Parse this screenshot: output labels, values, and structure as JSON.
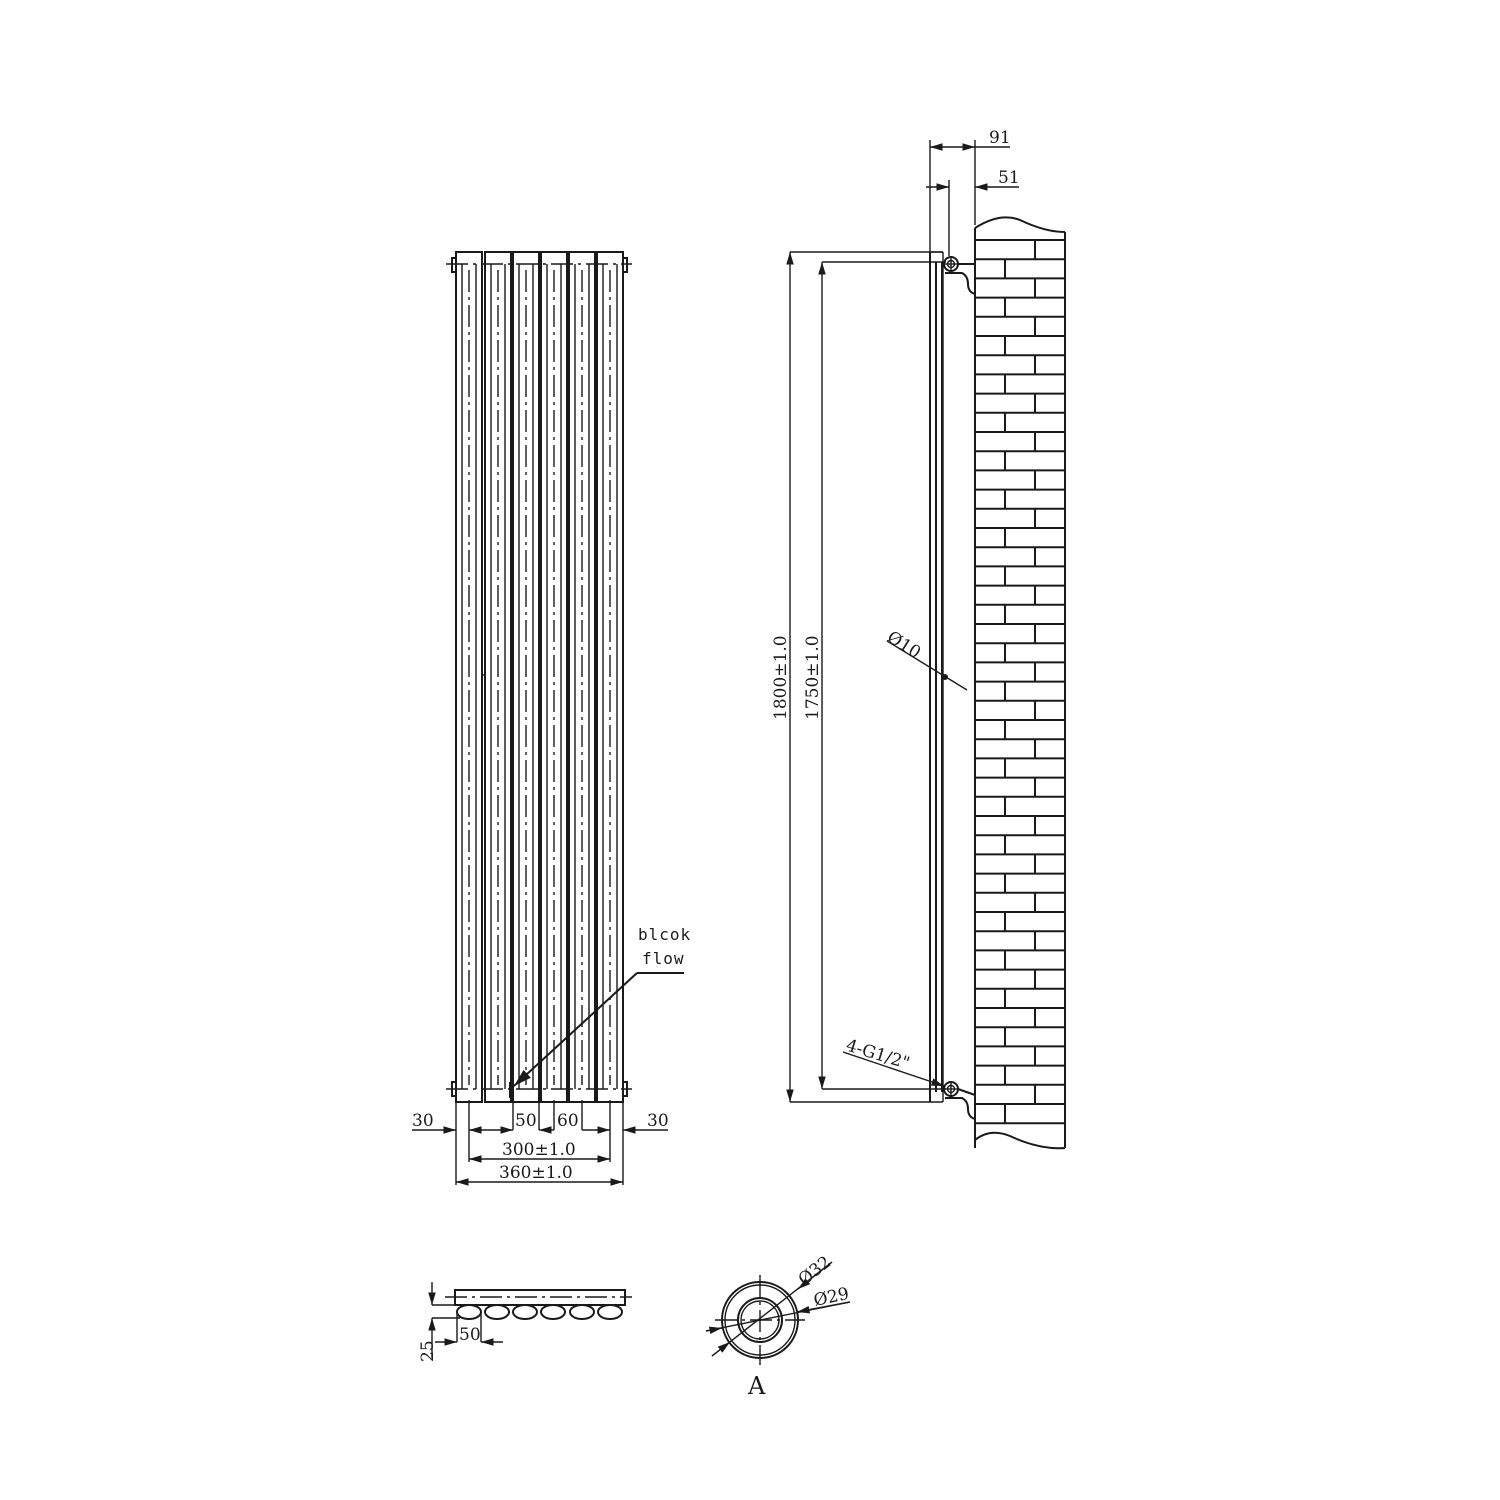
{
  "front_view": {
    "columns": 6,
    "annotation_line1": "blcok",
    "annotation_line2": "flow",
    "dims": {
      "left_margin": "30",
      "right_margin": "30",
      "column_width": "50",
      "column_pitch": "60",
      "centres": "300±1.0",
      "overall_width": "360±1.0"
    }
  },
  "side_view": {
    "dims": {
      "depth_overall": "91",
      "depth_pipe": "51",
      "height_overall": "1800±1.0",
      "height_centres": "1750±1.0",
      "bracket_diameter": "Ø10",
      "connections": "4-G1/2\""
    }
  },
  "plan_view": {
    "dims": {
      "depth": "25",
      "column_width": "50"
    }
  },
  "section_a": {
    "label": "A",
    "outer_diameter": "Ø32",
    "inner_diameter": "Ø29"
  }
}
